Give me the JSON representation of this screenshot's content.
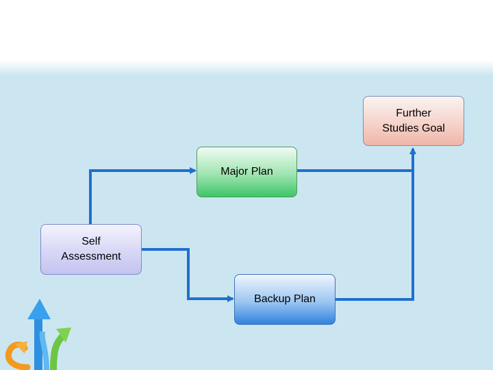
{
  "nodes": {
    "further_studies_goal": "Further\nStudies Goal",
    "major_plan": "Major Plan",
    "self_assessment": "Self\nAssessment",
    "backup_plan": "Backup Plan"
  },
  "colors": {
    "background": "#cbe6f0",
    "connector": "#1f6fd1",
    "further_node": "#f5d3cb",
    "major_node": "#3ec568",
    "self_node": "#c3c3f0",
    "backup_node": "#2f83e0"
  },
  "edges": [
    {
      "from": "self_assessment",
      "to": "major_plan"
    },
    {
      "from": "self_assessment",
      "to": "backup_plan"
    },
    {
      "from": "major_plan",
      "to": "further_studies_goal"
    },
    {
      "from": "backup_plan",
      "to": "further_studies_goal"
    }
  ]
}
